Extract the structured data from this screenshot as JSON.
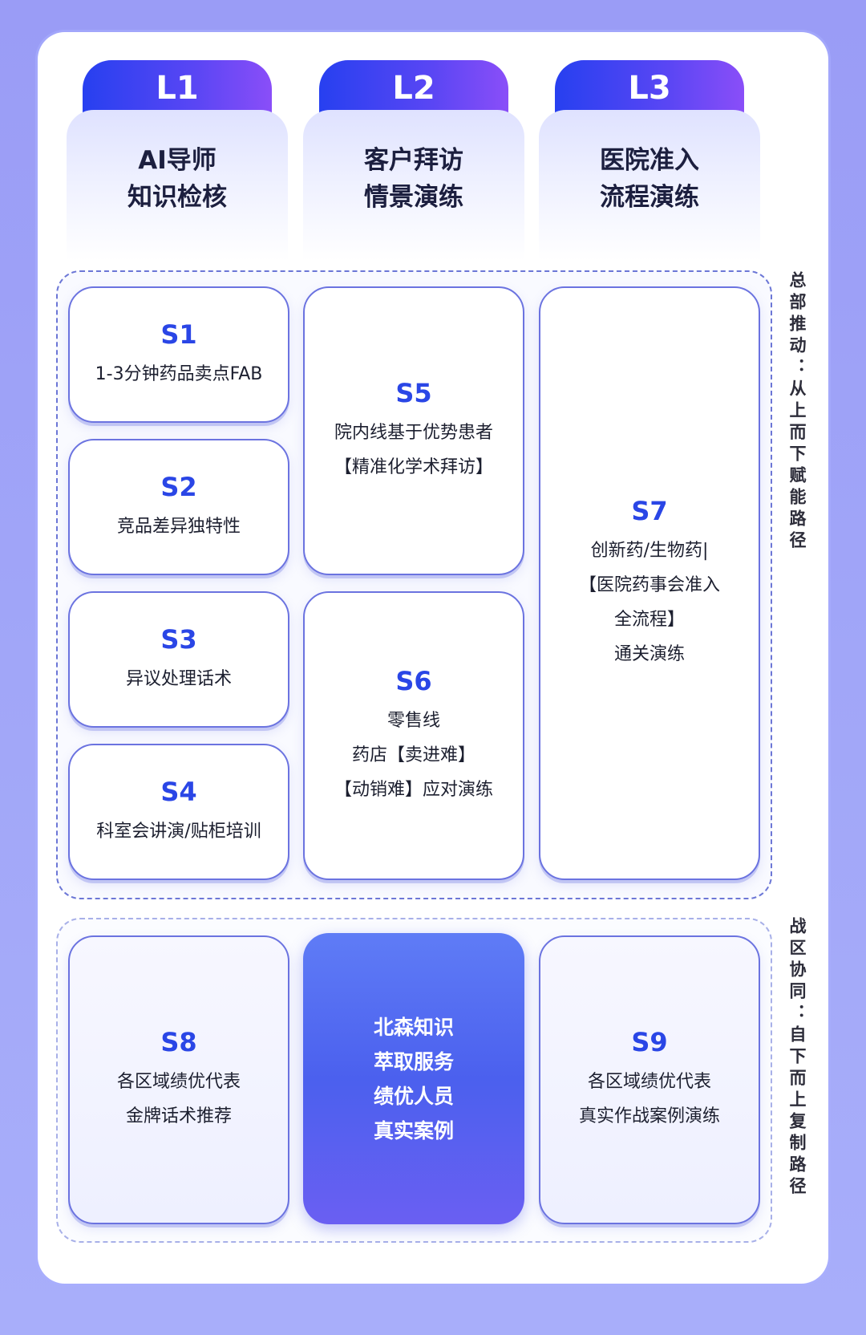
{
  "levels": [
    {
      "tab": "L1",
      "lines": [
        "AI导师",
        "知识检核"
      ]
    },
    {
      "tab": "L2",
      "lines": [
        "客户拜访",
        "情景演练"
      ]
    },
    {
      "tab": "L3",
      "lines": [
        "医院准入",
        "流程演练"
      ]
    }
  ],
  "modules": {
    "s1": {
      "code": "S1",
      "lines": [
        "1-3分钟药品卖点FAB"
      ]
    },
    "s2": {
      "code": "S2",
      "lines": [
        "竞品差异独特性"
      ]
    },
    "s3": {
      "code": "S3",
      "lines": [
        "异议处理话术"
      ]
    },
    "s4": {
      "code": "S4",
      "lines": [
        "科室会讲演/贴柜培训"
      ]
    },
    "s5": {
      "code": "S5",
      "lines": [
        "院内线基于优势患者",
        "【精准化学术拜访】"
      ]
    },
    "s6": {
      "code": "S6",
      "lines": [
        "零售线",
        "药店【卖进难】",
        "【动销难】应对演练"
      ]
    },
    "s7": {
      "code": "S7",
      "lines": [
        "创新药/生物药|",
        "【医院药事会准入",
        "全流程】",
        "通关演练"
      ]
    },
    "s8": {
      "code": "S8",
      "lines": [
        "各区域绩优代表",
        "金牌话术推荐"
      ]
    },
    "s9": {
      "code": "S9",
      "lines": [
        "各区域绩优代表",
        "真实作战案例演练"
      ]
    }
  },
  "center": {
    "lines": [
      "北森知识",
      "萃取服务",
      "绩优人员",
      "真实案例"
    ]
  },
  "side_labels": {
    "top": "总部推动：从上而下赋能路径",
    "bottom": "战区协同：自下而上复制路径"
  }
}
